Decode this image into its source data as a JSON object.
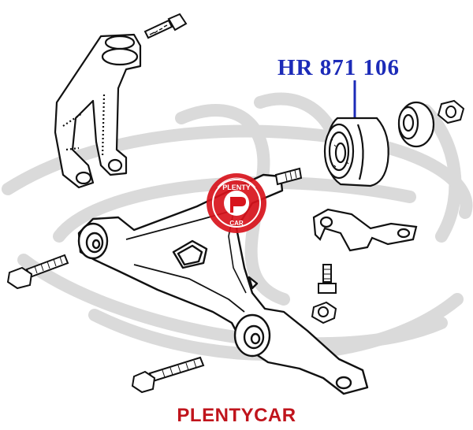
{
  "diagram": {
    "part_number": "HR 871 106",
    "brand": "PLENTYCAR",
    "logo_text": "PLENTYCAR",
    "colors": {
      "part_number": "#1c2bb8",
      "brand": "#c0141c",
      "logo": "#d8141c",
      "watermark": "#d9d9d9",
      "line": "#111111"
    }
  }
}
